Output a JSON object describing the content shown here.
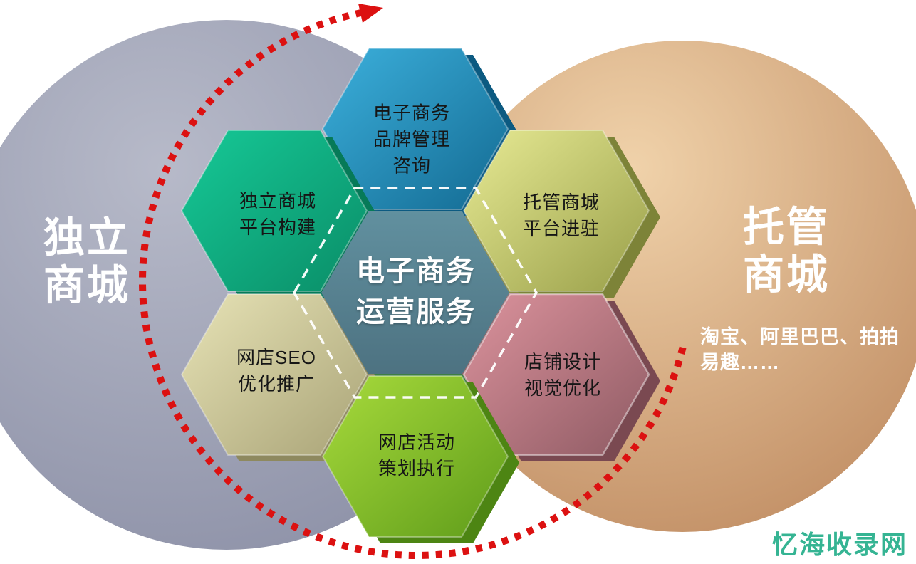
{
  "diagram": {
    "left_circle": {
      "label": "独立\n商城",
      "color_light": "#b7bac9",
      "color_dark": "#898da4"
    },
    "right_circle": {
      "label": "托管\n商城",
      "sub_label": "淘宝、阿里巴巴、拍拍\n易趣……",
      "color_light": "#f0d2aa",
      "color_dark": "#ba845a"
    },
    "center_hexagon": {
      "label": "电子商务\n运营服务",
      "face_light": "#61909f",
      "face_dark": "#4d7281",
      "wall_n": "#11607f",
      "wall_ne": "#8a8c42",
      "wall_se": "#8d5c64",
      "wall_s": "#3e7e44",
      "wall_sw": "#8e8961",
      "wall_nw": "#0c7a5e",
      "outline_color": "#ffffff"
    },
    "hexagons": [
      {
        "id": "top",
        "label": "电子商务\n品牌管理\n咨询",
        "light": "#3cb0dc",
        "dark": "#136a92",
        "side": "#0c5a81"
      },
      {
        "id": "upper-left",
        "label": "独立商城\n平台构建",
        "light": "#16c997",
        "dark": "#0a8d67",
        "side": "#067a58"
      },
      {
        "id": "upper-right",
        "label": "托管商城\n平台进驻",
        "light": "#e7ea94",
        "dark": "#999f49",
        "side": "#7d8338"
      },
      {
        "id": "lower-left",
        "label": "网店SEO\n优化推广",
        "light": "#e7e3b6",
        "dark": "#a9a377",
        "side": "#8e895f"
      },
      {
        "id": "lower-right",
        "label": "店铺设计\n视觉优化",
        "light": "#dc939d",
        "dark": "#8e5a63",
        "side": "#7a4951"
      },
      {
        "id": "bottom",
        "label": "网店活动\n策划执行",
        "light": "#a8db3c",
        "dark": "#5f9c1a",
        "side": "#4d8513"
      }
    ],
    "arrow": {
      "color": "#dc1111"
    },
    "watermark": {
      "label": "忆海收录网",
      "color": "#35b493"
    }
  }
}
